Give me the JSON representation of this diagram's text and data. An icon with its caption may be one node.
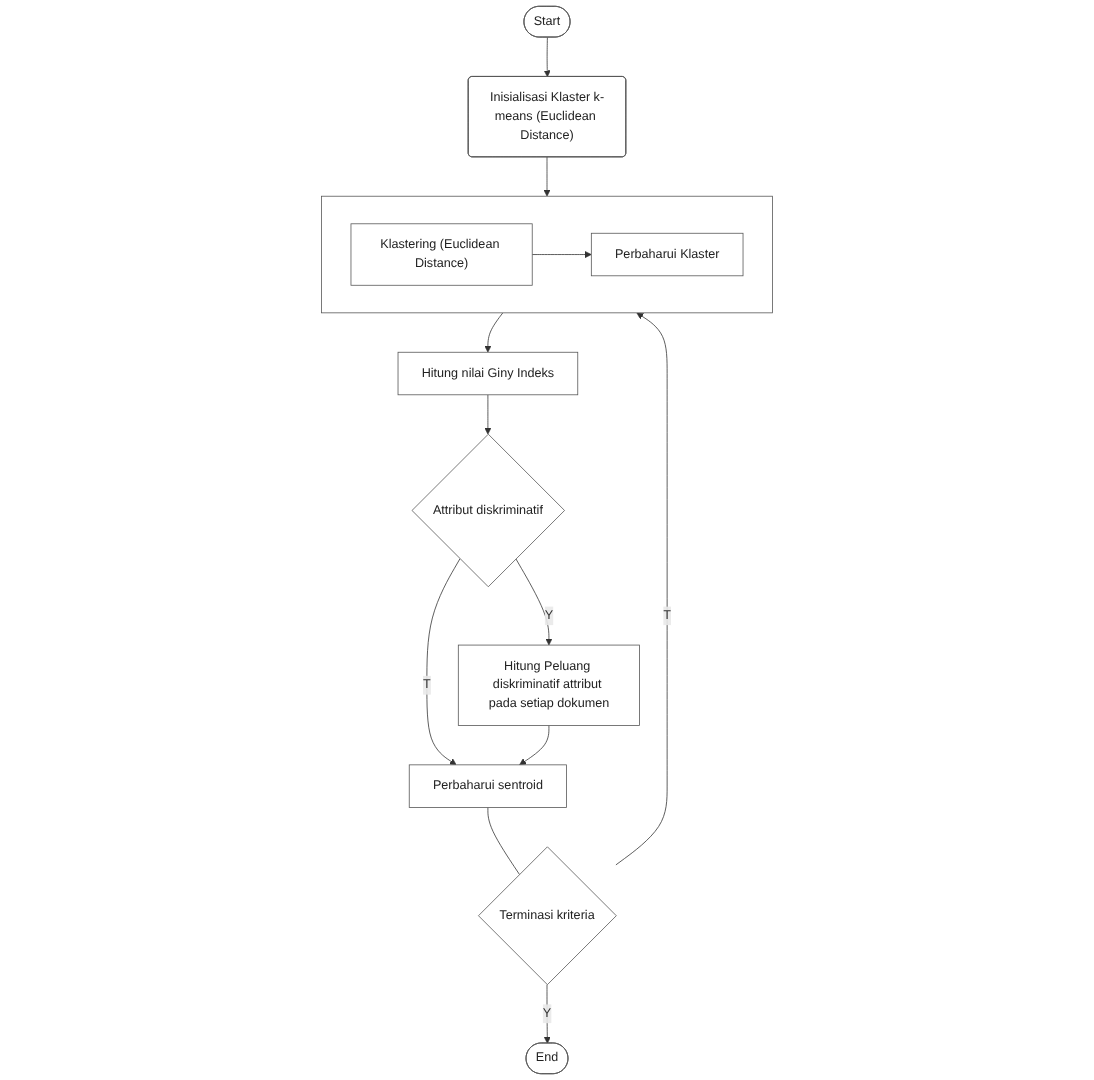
{
  "diagram": {
    "nodes": [
      {
        "text": [
          "Start"
        ]
      },
      {
        "text": [
          "Inisialisasi Klaster k-means (Euclidean Distance)"
        ]
      },
      {
        "text": [],
        "shape": "box"
      },
      {
        "text": [
          "Klastering (Euclidean Distance)"
        ],
        "in": 2
      },
      {
        "text": [
          "Perbaharui Klaster"
        ],
        "in": 2
      },
      {
        "text": [
          "Hitung nilai Giny Indeks"
        ]
      },
      {
        "text": [
          "Attribut diskriminatif"
        ]
      },
      {
        "text": [
          "Hitung Peluang diskriminatif attribut pada setiap dokumen"
        ]
      },
      {
        "text": [
          "Perbaharui sentroid"
        ]
      },
      {
        "text": [
          "Terminasi kriteria"
        ]
      },
      {
        "text": [
          "End"
        ]
      }
    ],
    "edges": [
      {
        "from": 0,
        "to": 1,
        "arrow": "to"
      },
      {
        "from": 1,
        "to": 2,
        "arrow": "to"
      },
      {
        "from": 3,
        "to": 4,
        "arrow": "to"
      },
      {
        "from": 2,
        "to": 5,
        "arrow": "to"
      },
      {
        "from": 5,
        "to": 6,
        "arrow": "to"
      },
      {
        "from": 6,
        "to": 7,
        "label": "Y",
        "arrow": "to"
      },
      {
        "from": 6,
        "to": 8,
        "label": "T",
        "arrow": "to"
      },
      {
        "from": 7,
        "to": 8,
        "arrow": "to"
      },
      {
        "from": 8,
        "to": 9,
        "arrow": "none"
      },
      {
        "from": 9,
        "to": 2,
        "label": "T",
        "arrow": "to"
      },
      {
        "from": 9,
        "to": 10,
        "label": "Y",
        "arrow": "to"
      }
    ]
  }
}
